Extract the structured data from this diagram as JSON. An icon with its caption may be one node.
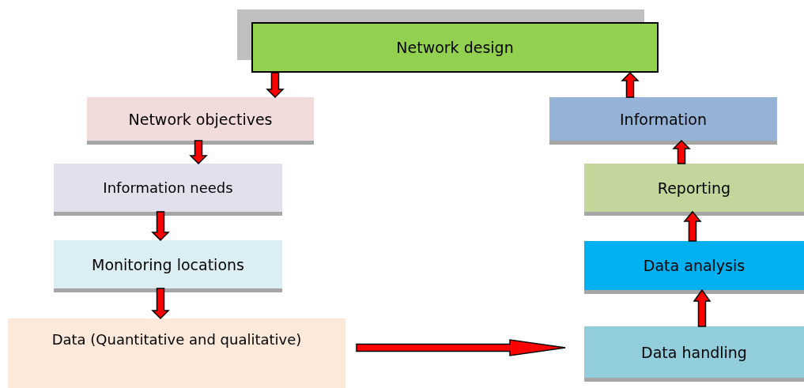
{
  "diagram": {
    "nodes": [
      {
        "text": [
          "Network design"
        ]
      },
      {
        "text": [
          "Network objectives"
        ]
      },
      {
        "text": [
          "Information needs"
        ]
      },
      {
        "text": [
          "Monitoring locations"
        ]
      },
      {
        "text": [
          "Data (Quantitative and qualitative)"
        ]
      },
      {
        "text": [
          "Data handling"
        ]
      },
      {
        "text": [
          "Data analysis"
        ]
      },
      {
        "text": [
          "Reporting"
        ]
      },
      {
        "text": [
          "Information"
        ]
      }
    ],
    "edges": [
      {
        "from": 0,
        "to": 1,
        "arrow": "to"
      },
      {
        "from": 1,
        "to": 2,
        "arrow": "to"
      },
      {
        "from": 2,
        "to": 3,
        "arrow": "to"
      },
      {
        "from": 3,
        "to": 4,
        "arrow": "to"
      },
      {
        "from": 4,
        "to": 5,
        "arrow": "to"
      },
      {
        "from": 5,
        "to": 6,
        "arrow": "to"
      },
      {
        "from": 6,
        "to": 7,
        "arrow": "to"
      },
      {
        "from": 7,
        "to": 8,
        "arrow": "to"
      },
      {
        "from": 8,
        "to": 0,
        "arrow": "to"
      }
    ]
  }
}
